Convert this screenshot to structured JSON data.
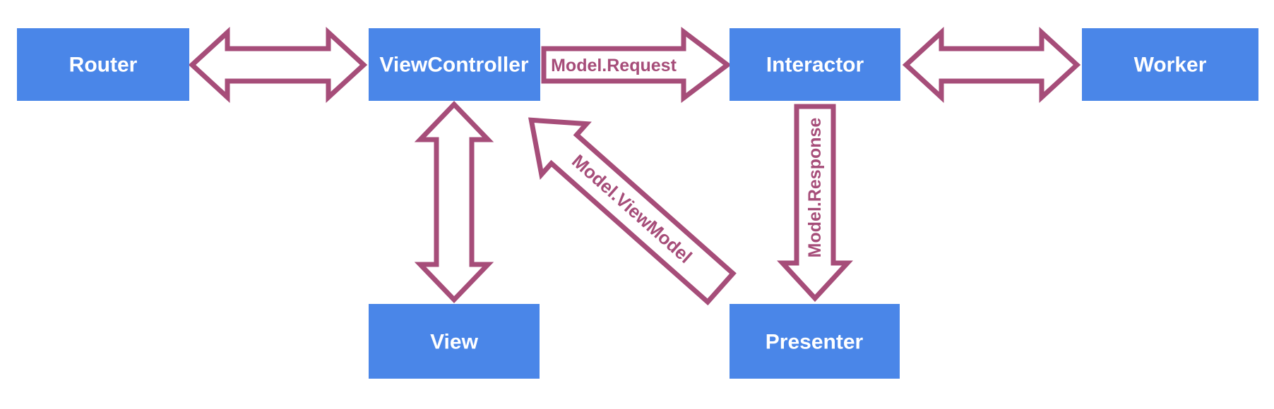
{
  "diagram": {
    "nodes": [
      {
        "id": "router",
        "label": "Router"
      },
      {
        "id": "view-controller",
        "label": "ViewController"
      },
      {
        "id": "interactor",
        "label": "Interactor"
      },
      {
        "id": "worker",
        "label": "Worker"
      },
      {
        "id": "view",
        "label": "View"
      },
      {
        "id": "presenter",
        "label": "Presenter"
      }
    ],
    "edges": [
      {
        "from": "Router",
        "to": "ViewController",
        "direction": "bidirectional",
        "label": ""
      },
      {
        "from": "ViewController",
        "to": "Interactor",
        "direction": "one-way",
        "label": "Model.Request"
      },
      {
        "from": "Interactor",
        "to": "Worker",
        "direction": "bidirectional",
        "label": ""
      },
      {
        "from": "ViewController",
        "to": "View",
        "direction": "bidirectional",
        "label": ""
      },
      {
        "from": "Interactor",
        "to": "Presenter",
        "direction": "one-way",
        "label": "Model.Response"
      },
      {
        "from": "Presenter",
        "to": "ViewController",
        "direction": "one-way",
        "label": "Model.ViewModel"
      }
    ],
    "colors": {
      "box_fill": "#4a86e8",
      "box_text": "#ffffff",
      "arrow_outline": "#a64d79",
      "arrow_fill": "#ffffff",
      "canvas_bg": "#ffffff"
    }
  }
}
